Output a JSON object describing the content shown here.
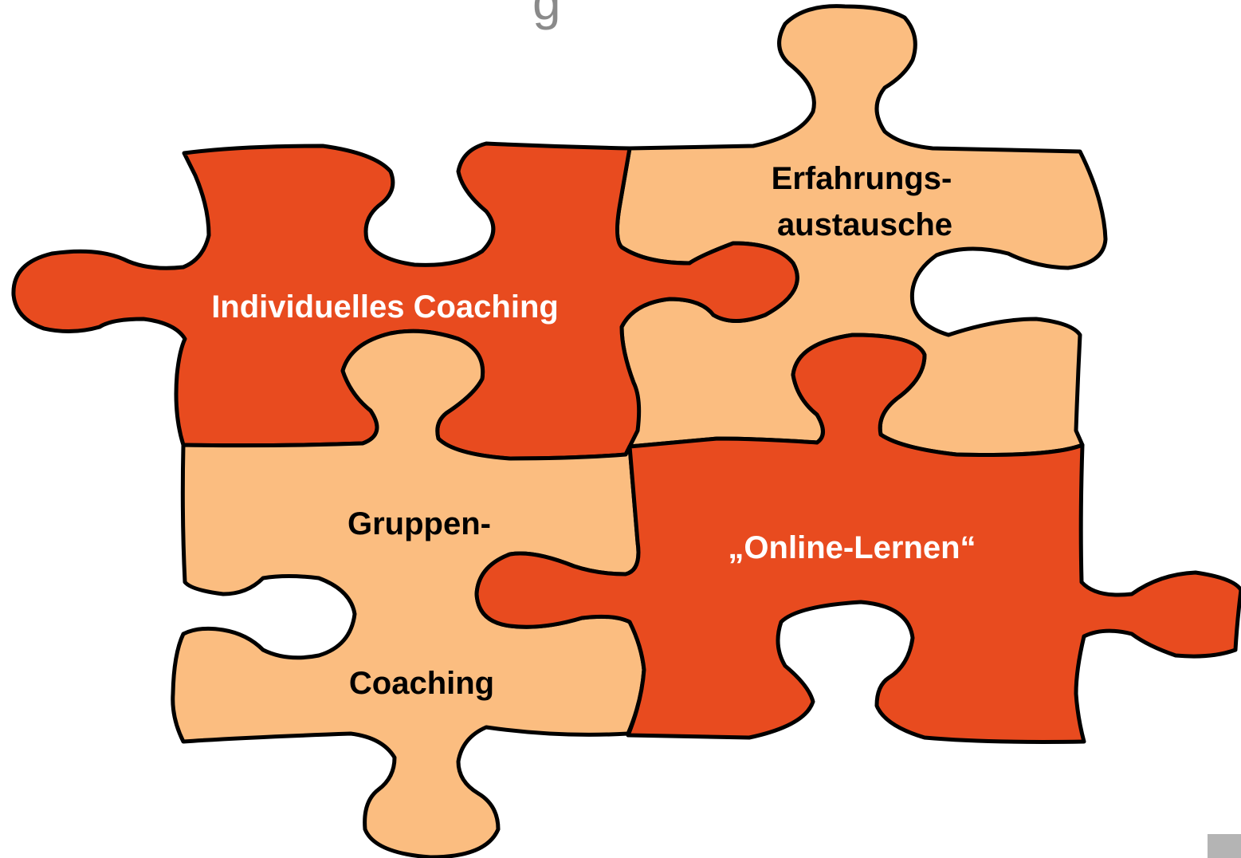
{
  "heading_fragment": "g",
  "colors": {
    "dark_piece": "#E84B1F",
    "light_piece": "#FBBD80",
    "outline": "#000000",
    "dark_text": "#FFFFFF",
    "light_text": "#000000"
  },
  "pieces": {
    "individuelles": {
      "label": "Individuelles Coaching"
    },
    "erfahrung": {
      "line1": "Erfahrungs-",
      "line2": "austausche"
    },
    "gruppen": {
      "line1": "Gruppen-",
      "line2": "Coaching"
    },
    "online": {
      "label": "„Online-Lernen“"
    }
  }
}
